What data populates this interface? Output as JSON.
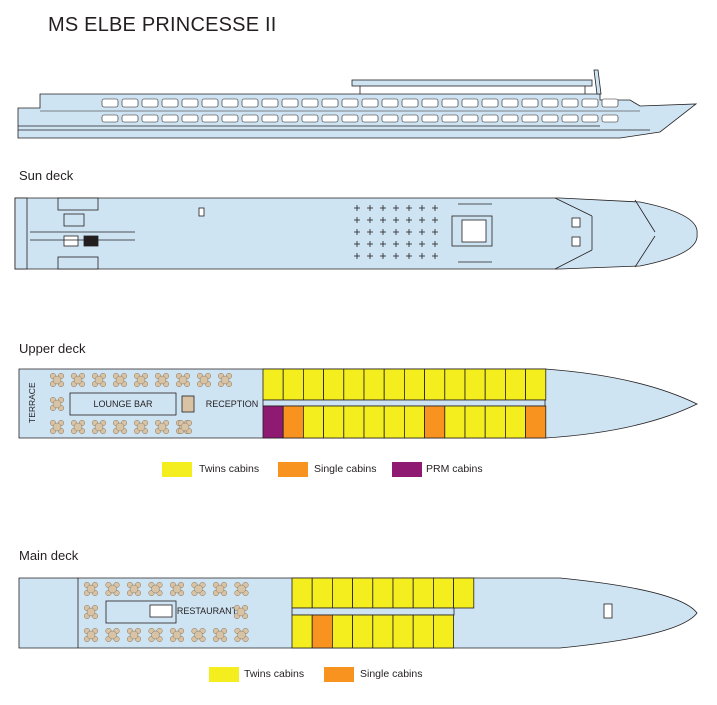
{
  "title": "MS ELBE PRINCESSE II",
  "decks": {
    "sun": {
      "label": "Sun deck"
    },
    "upper": {
      "label": "Upper deck",
      "terrace": "TERRACE",
      "lounge": "LOUNGE BAR",
      "reception": "RECEPTION"
    },
    "main": {
      "label": "Main deck",
      "restaurant": "RESTAURANT"
    }
  },
  "legend_upper": [
    {
      "label": "Twins cabins",
      "color": "#f4ee1f"
    },
    {
      "label": "Single cabins",
      "color": "#f7931e"
    },
    {
      "label": "PRM cabins",
      "color": "#8e1a72"
    }
  ],
  "legend_main": [
    {
      "label": "Twins cabins",
      "color": "#f4ee1f"
    },
    {
      "label": "Single cabins",
      "color": "#f7931e"
    }
  ],
  "colors": {
    "hull": "#cfe4f3",
    "twin": "#f4ee1f",
    "single": "#f7931e",
    "prm": "#8e1a72",
    "table": "#d8c3a5",
    "outline": "#231f20"
  },
  "upper_cabins": {
    "top_row": [
      "twin",
      "twin",
      "twin",
      "twin",
      "twin",
      "twin",
      "twin",
      "twin",
      "twin",
      "twin",
      "twin",
      "twin",
      "twin",
      "twin"
    ],
    "bottom_row": [
      "prm",
      "single",
      "twin",
      "twin",
      "twin",
      "twin",
      "twin",
      "twin",
      "single",
      "twin",
      "twin",
      "twin",
      "twin",
      "single"
    ]
  },
  "main_cabins": {
    "top_row": [
      "twin",
      "twin",
      "twin",
      "twin",
      "twin",
      "twin",
      "twin",
      "twin",
      "twin"
    ],
    "bottom_row": [
      "twin",
      "single",
      "twin",
      "twin",
      "twin",
      "twin",
      "twin",
      "twin"
    ]
  }
}
